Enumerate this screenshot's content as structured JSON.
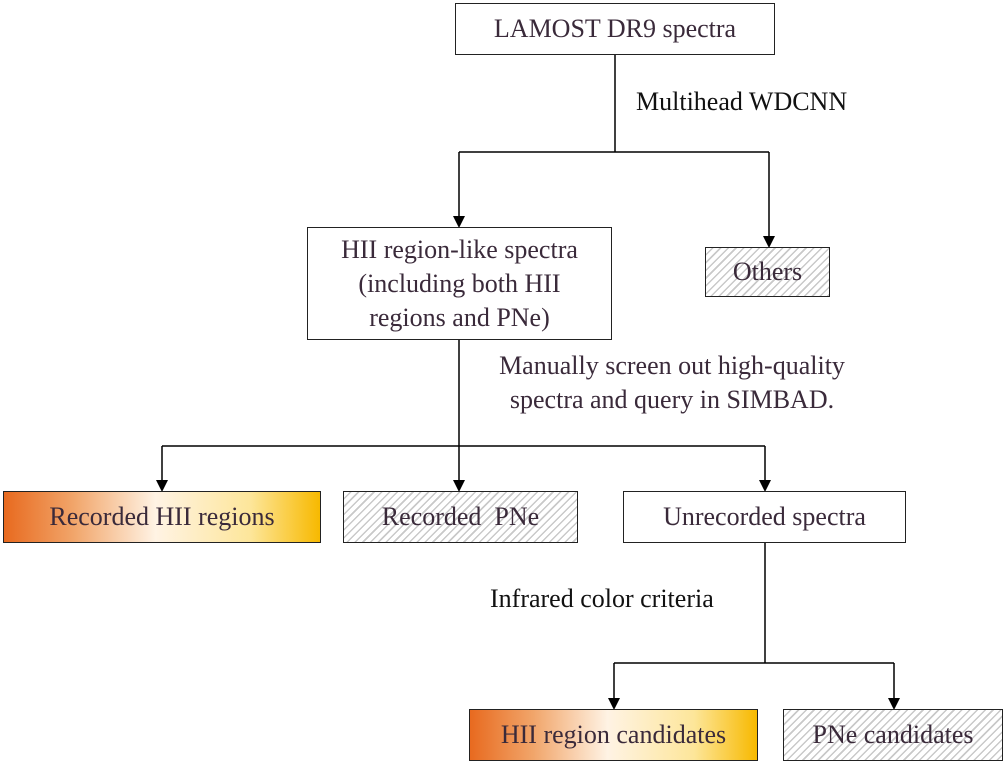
{
  "nodes": {
    "lamost": "LAMOST DR9 spectra",
    "hii_like": [
      "HII region-like spectra",
      "(including both HII",
      "regions and PNe)"
    ],
    "others": "Others",
    "recorded_hii": "Recorded HII regions",
    "recorded_pne": "Recorded  PNe",
    "unrecorded": "Unrecorded spectra",
    "hii_candidates": "HII region candidates",
    "pne_candidates": "PNe candidates"
  },
  "edge_labels": {
    "step1": "Multihead WDCNN",
    "step2": [
      "Manually screen out high-quality",
      "spectra and query in SIMBAD."
    ],
    "step3": "Infrared color criteria"
  },
  "legend_fills": {
    "hatched": "#c9c9c9",
    "gradient_colors": [
      "#e86a1f",
      "#fff3e4",
      "#f7b900"
    ]
  }
}
